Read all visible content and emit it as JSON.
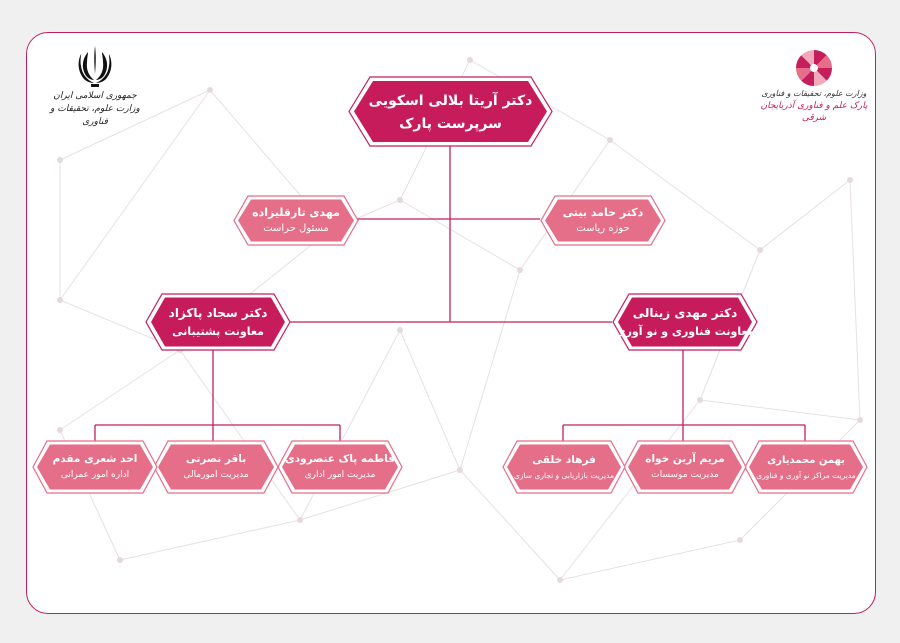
{
  "colors": {
    "frame": "#c41f5c",
    "dark_fill": "#c61c5b",
    "light_fill": "#e56e88",
    "stroke": "#c41f5c",
    "network": "#e6dde2"
  },
  "logo_left": {
    "emblem": "iran-emblem-icon",
    "line1": "جمهوری اسلامی ایران",
    "line2": "وزارت علوم، تحقیقات و فناوری"
  },
  "logo_right": {
    "emblem": "park-logo-icon",
    "line1": "وزارت علوم، تحقیقات و فناوری",
    "line2": "پارک علم و فناوری آذربایجان شرقی"
  },
  "nodes": {
    "head": {
      "name": "دکتر آریتا بلالی اسکویی",
      "role": "سرپرست پارک"
    },
    "security": {
      "name": "مهدی تارقلیزاده",
      "role": "مسئول حراست"
    },
    "office": {
      "name": "دکتر حامد بیتی",
      "role": "حوزه ریاست"
    },
    "support": {
      "name": "دکتر سجاد پاکزاد",
      "role": "معاونت پشتیبانی"
    },
    "tech": {
      "name": "دکتر مهدی زینالی",
      "role": "معاونت فناوری و نو آوری"
    },
    "admin": {
      "name": "فاطمه پاک عنصرودی",
      "role": "مدیریت امور اداری"
    },
    "finance": {
      "name": "باقر نصرتی",
      "role": "مدیریت امورمالی"
    },
    "civil": {
      "name": "احد شعری مقدم",
      "role": "اداره امور عمرانی"
    },
    "centers": {
      "name": "بهمن محمدیاری",
      "role": "مدیریت مراکز نو آوری و فناوری"
    },
    "institutes": {
      "name": "مریم آرین خواه",
      "role": "مدیریت موسسات"
    },
    "marketing": {
      "name": "فرهاد خلقی",
      "role": "مدیریت بازاریابی و تجاری سازی"
    }
  }
}
